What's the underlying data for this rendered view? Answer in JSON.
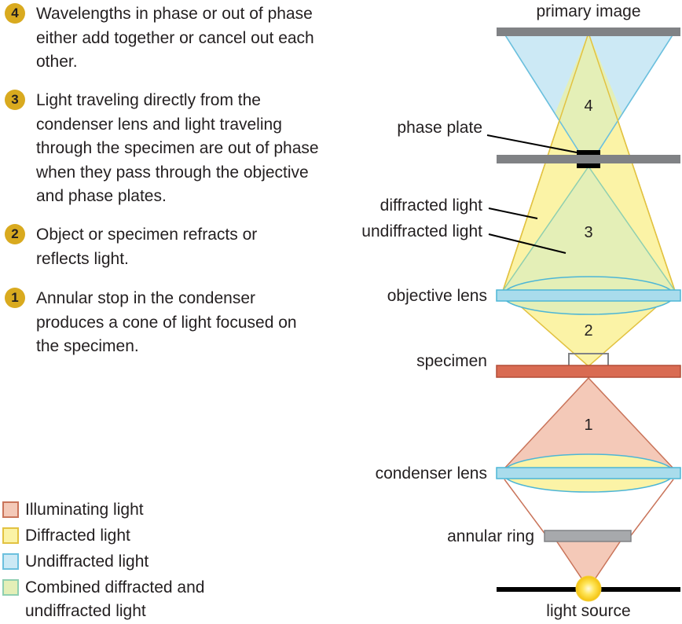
{
  "steps": [
    {
      "num": "4",
      "text": "Wavelengths in phase or out of phase either add together or cancel out each other."
    },
    {
      "num": "3",
      "text": "Light traveling directly from the condenser lens and light traveling through the specimen are out of phase when they pass through the objective and phase plates."
    },
    {
      "num": "2",
      "text": "Object or specimen refracts or reflects light."
    },
    {
      "num": "1",
      "text": "Annular stop in the condenser produces a cone of light focused on the specimen."
    }
  ],
  "legend": [
    {
      "label": "Illuminating light",
      "fill": "#f4c9b8",
      "border": "#c9745a"
    },
    {
      "label": "Diffracted light",
      "fill": "#fbf3a6",
      "border": "#e2c241"
    },
    {
      "label": "Undiffracted light",
      "fill": "#cce9f5",
      "border": "#6cc0de"
    },
    {
      "label": "Combined diffracted and undiffracted light",
      "fill": "#e4efb7",
      "border": "#8fcfb0"
    }
  ],
  "labels": {
    "primary_image": "primary image",
    "phase_plate": "phase plate",
    "diffracted_light": "diffracted light",
    "undiffracted_light": "undiffracted light",
    "objective_lens": "objective lens",
    "specimen": "specimen",
    "condenser_lens": "condenser lens",
    "annular_ring": "annular ring",
    "light_source": "light source"
  },
  "zones": {
    "z4": "4",
    "z3": "3",
    "z2": "2",
    "z1": "1"
  },
  "colors": {
    "step_badge": "#d9aa1f",
    "illuminating": "#f4c9b8",
    "diffracted": "#fbf3a6",
    "undiffracted": "#cce9f5",
    "combined": "#e4efb7",
    "lens": "#a9dcec",
    "specimen_slide": "#d96b52",
    "plate": "#808285"
  }
}
